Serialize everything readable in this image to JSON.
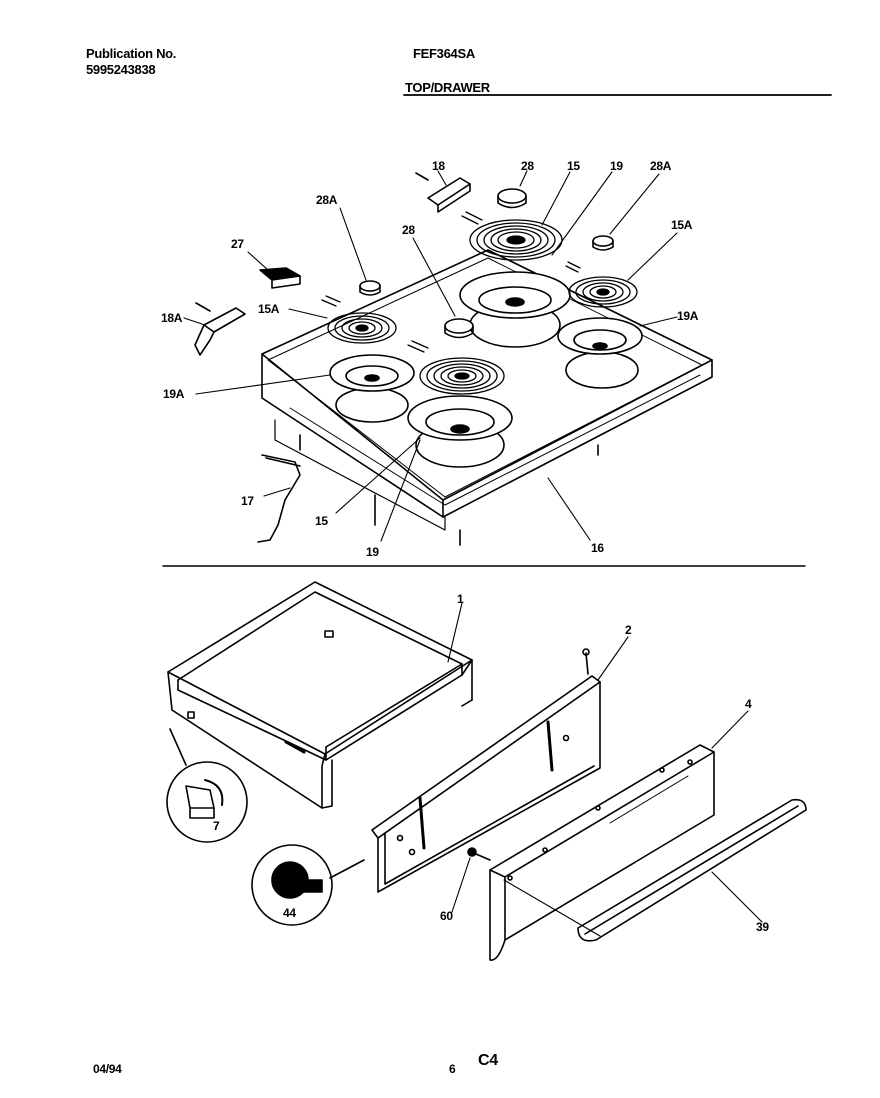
{
  "header": {
    "publication_label": "Publication No.",
    "publication_number": "5995243838",
    "model": "FEF364SA",
    "section": "TOP/DRAWER"
  },
  "footer": {
    "date": "04/94",
    "page": "6",
    "code": "C4"
  },
  "parts": {
    "p1": "1",
    "p2": "2",
    "p4": "4",
    "p7": "7",
    "p15_top": "15",
    "p15_bottom": "15",
    "p15A_left": "15A",
    "p15A_right": "15A",
    "p16": "16",
    "p17": "17",
    "p18": "18",
    "p18A": "18A",
    "p19_top": "19",
    "p19_bottom": "19",
    "p19A_left": "19A",
    "p19A_right": "19A",
    "p27": "27",
    "p28_top": "28",
    "p28_mid": "28",
    "p28A_left": "28A",
    "p28A_right": "28A",
    "p39": "39",
    "p44": "44",
    "p60": "60"
  }
}
